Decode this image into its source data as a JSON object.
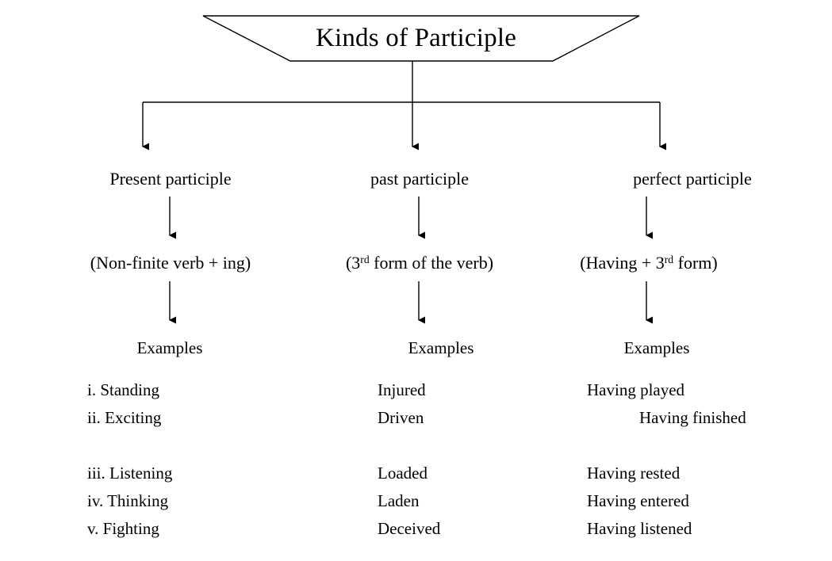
{
  "diagram": {
    "title": "Kinds of Participle",
    "shape": "trapezoid",
    "stroke_color": "#000000",
    "background_color": "#ffffff",
    "branches": [
      {
        "header": "Present participle",
        "definition_prefix": "(Non-finite verb + ing)",
        "definition_sup": "",
        "definition_suffix": "",
        "examples_label": "Examples",
        "examples": [
          {
            "text": "i. Standing",
            "indented": false
          },
          {
            "text": "ii. Exciting",
            "indented": false
          },
          {
            "text": "iii. Listening",
            "indented": false
          },
          {
            "text": "iv. Thinking",
            "indented": false
          },
          {
            "text": "v. Fighting",
            "indented": false
          }
        ]
      },
      {
        "header": "past participle",
        "definition_prefix": "(3",
        "definition_sup": "rd",
        "definition_suffix": " form of the verb)",
        "examples_label": "Examples",
        "examples": [
          {
            "text": "Injured",
            "indented": false
          },
          {
            "text": "Driven",
            "indented": false
          },
          {
            "text": "Loaded",
            "indented": false
          },
          {
            "text": "Laden",
            "indented": false
          },
          {
            "text": "Deceived",
            "indented": false
          }
        ]
      },
      {
        "header": "perfect participle",
        "definition_prefix": "(Having + 3",
        "definition_sup": "rd",
        "definition_suffix": " form)",
        "examples_label": "Examples",
        "examples": [
          {
            "text": "Having played",
            "indented": false
          },
          {
            "text": "Having finished",
            "indented": true
          },
          {
            "text": "Having rested",
            "indented": false
          },
          {
            "text": "Having entered",
            "indented": false
          },
          {
            "text": "Having listened",
            "indented": false
          }
        ]
      }
    ]
  }
}
